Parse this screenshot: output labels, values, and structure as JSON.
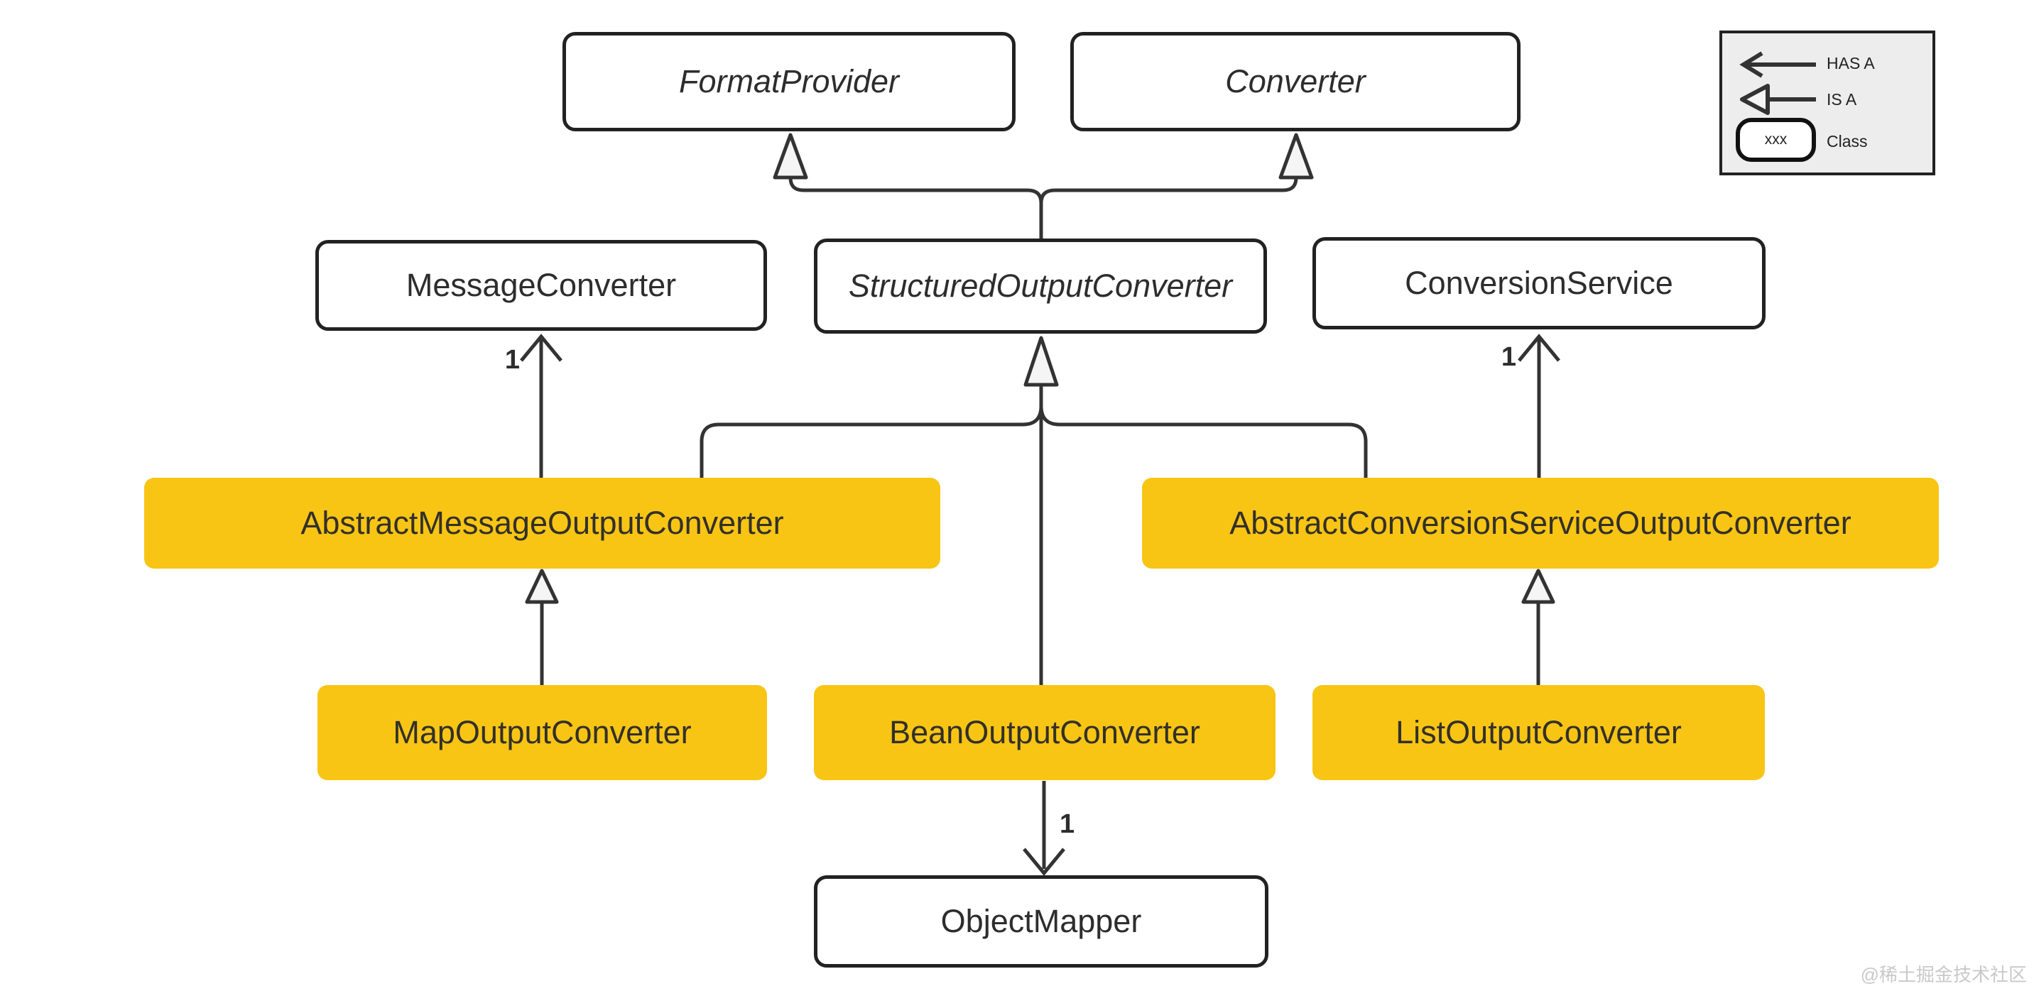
{
  "diagram": {
    "nodes": {
      "format_provider": {
        "label": "FormatProvider",
        "kind": "interface"
      },
      "converter": {
        "label": "Converter",
        "kind": "interface"
      },
      "message_converter": {
        "label": "MessageConverter",
        "kind": "class"
      },
      "structured_output_converter": {
        "label": "StructuredOutputConverter",
        "kind": "interface"
      },
      "conversion_service": {
        "label": "ConversionService",
        "kind": "class"
      },
      "abstract_message_output_converter": {
        "label": "AbstractMessageOutputConverter",
        "kind": "highlighted-class"
      },
      "abstract_conversion_service_output_converter": {
        "label": "AbstractConversionServiceOutputConverter",
        "kind": "highlighted-class"
      },
      "map_output_converter": {
        "label": "MapOutputConverter",
        "kind": "highlighted-class"
      },
      "bean_output_converter": {
        "label": "BeanOutputConverter",
        "kind": "highlighted-class"
      },
      "list_output_converter": {
        "label": "ListOutputConverter",
        "kind": "highlighted-class"
      },
      "object_mapper": {
        "label": "ObjectMapper",
        "kind": "class"
      }
    },
    "edges": [
      {
        "from": "StructuredOutputConverter",
        "to": "FormatProvider",
        "type": "IS A"
      },
      {
        "from": "StructuredOutputConverter",
        "to": "Converter",
        "type": "IS A"
      },
      {
        "from": "AbstractMessageOutputConverter",
        "to": "MessageConverter",
        "type": "HAS A",
        "multiplicity": "1"
      },
      {
        "from": "AbstractMessageOutputConverter",
        "to": "StructuredOutputConverter",
        "type": "IS A"
      },
      {
        "from": "BeanOutputConverter",
        "to": "StructuredOutputConverter",
        "type": "IS A"
      },
      {
        "from": "AbstractConversionServiceOutputConverter",
        "to": "StructuredOutputConverter",
        "type": "IS A"
      },
      {
        "from": "AbstractConversionServiceOutputConverter",
        "to": "ConversionService",
        "type": "HAS A",
        "multiplicity": "1"
      },
      {
        "from": "MapOutputConverter",
        "to": "AbstractMessageOutputConverter",
        "type": "IS A"
      },
      {
        "from": "ListOutputConverter",
        "to": "AbstractConversionServiceOutputConverter",
        "type": "IS A"
      },
      {
        "from": "BeanOutputConverter",
        "to": "ObjectMapper",
        "type": "HAS A",
        "multiplicity": "1"
      }
    ],
    "legend": {
      "items": [
        {
          "icon": "plain-arrow",
          "label": "HAS A"
        },
        {
          "icon": "hollow-triangle-arrow",
          "label": "IS A"
        },
        {
          "icon": "rounded-box",
          "sample": "xxx",
          "label": "Class"
        }
      ]
    },
    "watermark": "@稀土掘金技术社区",
    "colors": {
      "class_fill": "#F8C515",
      "line": "#333333",
      "box_border": "#222222",
      "legend_bg": "#EDEDED",
      "watermark": "#C9C9C9",
      "box_text": "#2D2D2D",
      "yellow_text": "#33302A",
      "triangle_fill": "#F5F5F5"
    }
  }
}
